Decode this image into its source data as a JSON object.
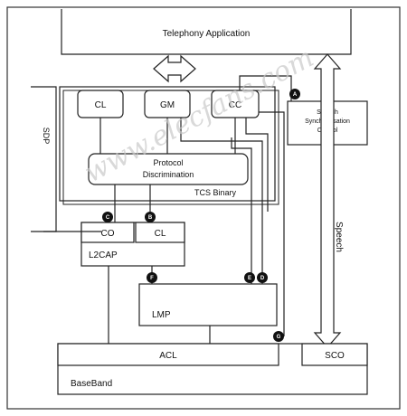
{
  "diagram": {
    "telephony_application": "Telephony Application",
    "sdp": "SDP",
    "cl_top": "CL",
    "gm": "GM",
    "cc": "CC",
    "speech_sync_line1": "Speech",
    "speech_sync_line2": "Synchronisation",
    "speech_sync_line3": "Control",
    "protocol_line1": "Protocol",
    "protocol_line2": "Discrimination",
    "tcs_binary": "TCS Binary",
    "co": "CO",
    "cl_l2cap": "CL",
    "l2cap": "L2CAP",
    "lmp": "LMP",
    "acl": "ACL",
    "sco": "SCO",
    "baseband": "BaseBand",
    "speech": "Speech",
    "badges": [
      "A",
      "B",
      "C",
      "D",
      "E",
      "F",
      "G"
    ],
    "watermark": "www.elecfans.com"
  }
}
